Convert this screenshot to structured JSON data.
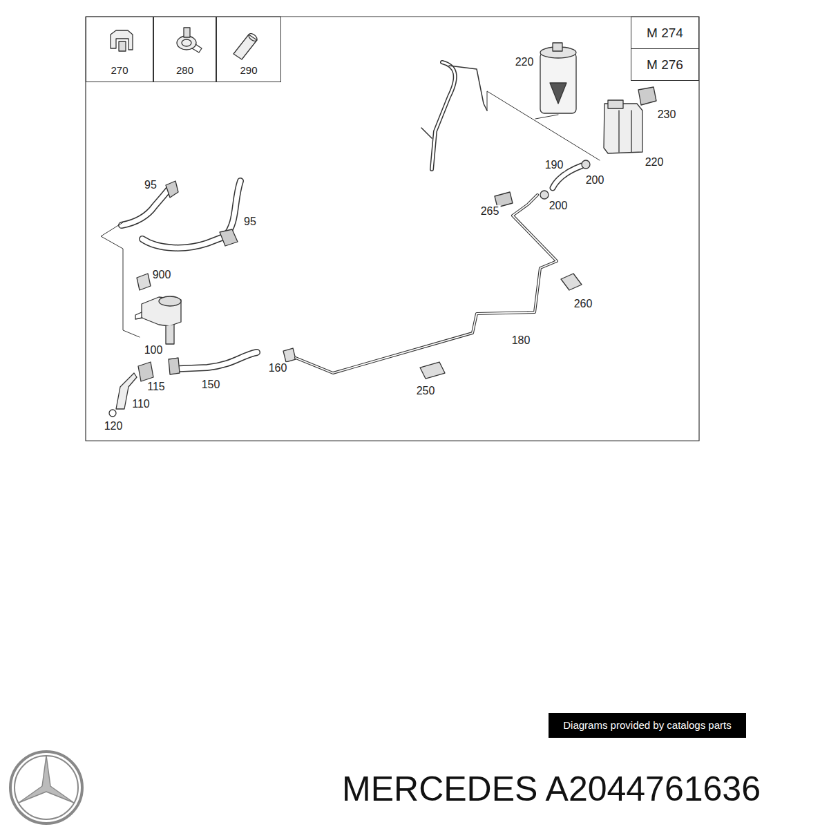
{
  "diagram": {
    "nodes": [
      {
        "text": [
          "270"
        ]
      },
      {
        "text": [
          "280"
        ]
      },
      {
        "text": [
          "290"
        ]
      },
      {
        "text": [
          "M 274"
        ]
      },
      {
        "text": [
          "M 276"
        ]
      }
    ],
    "labels": [
      "220",
      "230",
      "220",
      "190",
      "200",
      "95",
      "95",
      "265",
      "200",
      "900",
      "260",
      "180",
      "100",
      "115",
      "110",
      "150",
      "160",
      "250",
      "120",
      "Diagrams provided by catalogs parts",
      "MERCEDES A2044761636"
    ]
  }
}
